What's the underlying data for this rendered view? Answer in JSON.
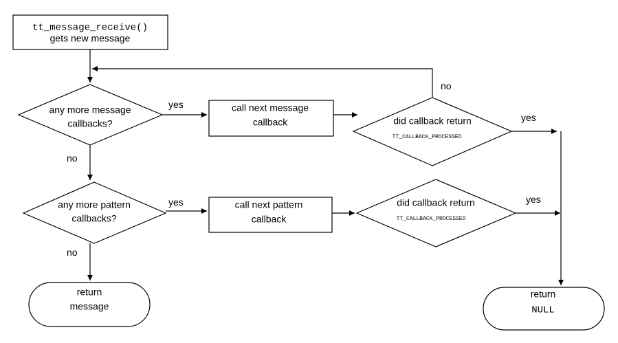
{
  "nodes": {
    "start_line1": "tt_message_receive()",
    "start_line2": "gets new message",
    "more_message_line1": "any more message",
    "more_message_line2": "callbacks?",
    "call_message_line1": "call next message",
    "call_message_line2": "callback",
    "did_message_line1": "did callback return",
    "did_message_line2": "TT_CALLBACK_PROCESSED",
    "more_pattern_line1": "any more pattern",
    "more_pattern_line2": "callbacks?",
    "call_pattern_line1": "call next pattern",
    "call_pattern_line2": "callback",
    "did_pattern_line1": "did callback return",
    "did_pattern_line2": "TT_CALLBACK_PROCESSED",
    "return_message_line1": "return",
    "return_message_line2": "message",
    "return_null_line1": "return",
    "return_null_line2": "NULL"
  },
  "edges": {
    "yes_message": "yes",
    "no_message": "no",
    "no_loop": "no",
    "yes_did_message": "yes",
    "yes_pattern": "yes",
    "no_pattern": "no",
    "yes_did_pattern": "yes"
  }
}
